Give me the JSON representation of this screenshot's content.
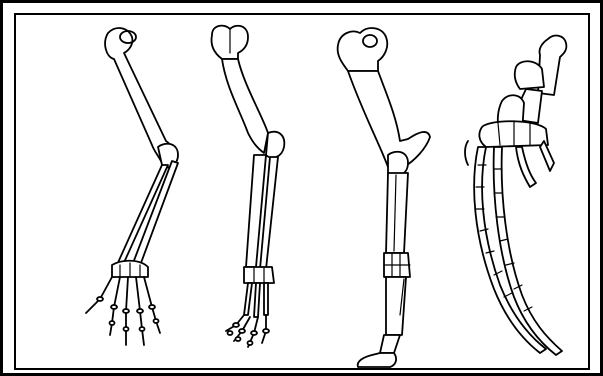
{
  "figure": {
    "limbs": [
      {
        "name": "human-arm",
        "icon": "human-arm-skeleton-icon"
      },
      {
        "name": "dog-foreleg",
        "icon": "dog-foreleg-skeleton-icon"
      },
      {
        "name": "horse-foreleg",
        "icon": "horse-foreleg-skeleton-icon"
      },
      {
        "name": "bird-wing",
        "icon": "bird-wing-skeleton-icon"
      }
    ],
    "colors": {
      "line": "#000000",
      "background": "#ffffff"
    }
  }
}
